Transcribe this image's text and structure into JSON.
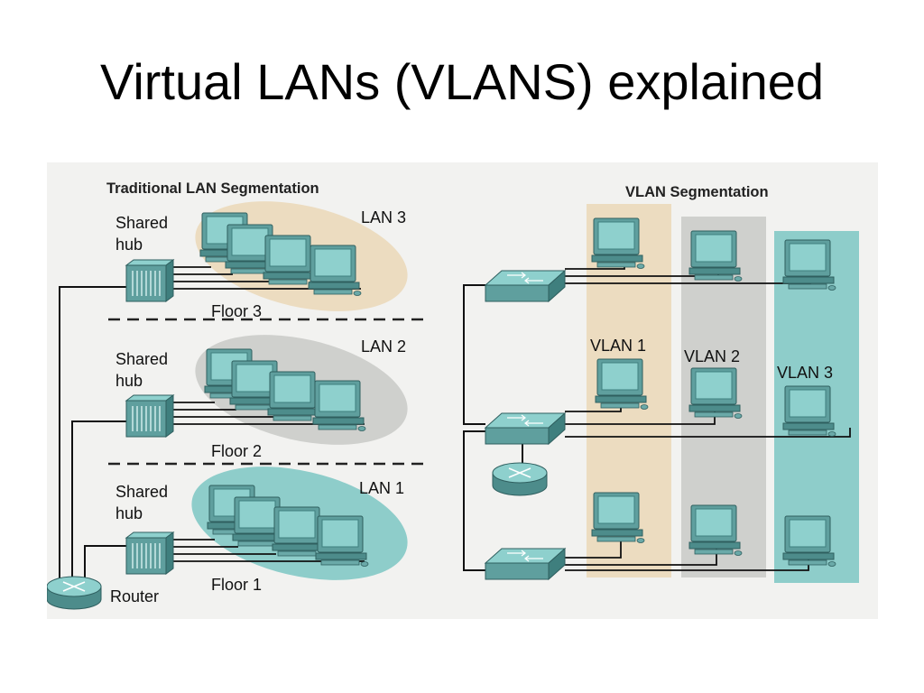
{
  "slide": {
    "title": "Virtual LANs (VLANS) explained"
  },
  "traditional": {
    "heading": "Traditional LAN Segmentation",
    "hub_label_line1": "Shared",
    "hub_label_line2": "hub",
    "floors": [
      {
        "lan": "LAN 3",
        "floor": "Floor 3"
      },
      {
        "lan": "LAN 2",
        "floor": "Floor 2"
      },
      {
        "lan": "LAN 1",
        "floor": "Floor 1"
      }
    ],
    "router_label": "Router"
  },
  "vlan": {
    "heading": "VLAN Segmentation",
    "columns": [
      "VLAN 1",
      "VLAN 2",
      "VLAN 3"
    ]
  },
  "colors": {
    "panel_bg": "#f2f2f0",
    "lan3": "#ecdcc0",
    "lan2": "#cfd0cd",
    "lan1": "#8ecdca",
    "vlan1": "#ecdcc0",
    "vlan2": "#cfd0cd",
    "vlan3": "#8ecdca",
    "device": "#5f9f9e",
    "screen": "#8ed0cd"
  }
}
